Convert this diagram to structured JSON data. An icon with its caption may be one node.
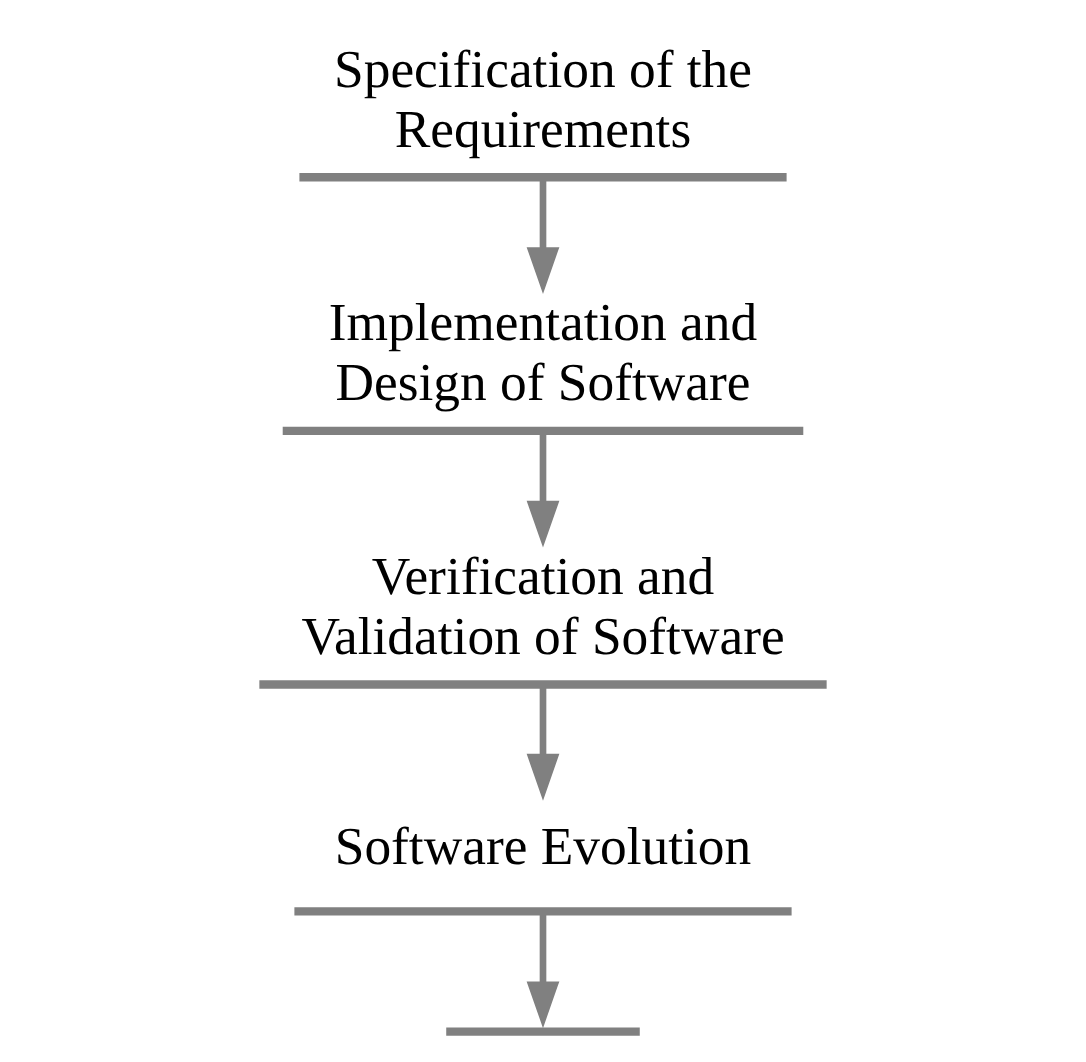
{
  "diagram": {
    "nodes": [
      {
        "text": [
          "Specification of the Requirements"
        ]
      },
      {
        "text": [
          "Implementation and Design of Software"
        ]
      },
      {
        "text": [
          "Verification and Validation of Software"
        ]
      },
      {
        "text": [
          "Software Evolution"
        ]
      }
    ],
    "edges": [
      {
        "from": 0,
        "to": 1,
        "arrow": "to"
      },
      {
        "from": 1,
        "to": 2,
        "arrow": "to"
      },
      {
        "from": 2,
        "to": 3,
        "arrow": "to"
      },
      {
        "from": 3,
        "to": null,
        "arrow": "to"
      }
    ]
  }
}
